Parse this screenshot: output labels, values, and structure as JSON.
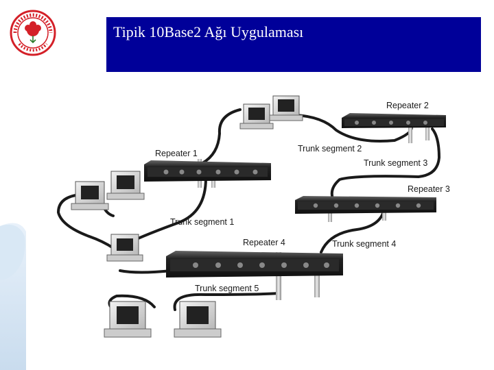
{
  "header": {
    "title": "Tipik 10Base2 Ağı Uygulaması",
    "title_bg_color": "#000099"
  },
  "logo": {
    "icon": "university-seal-icon",
    "accent_color": "#d42028"
  },
  "diagram": {
    "repeaters": [
      "Repeater 1",
      "Repeater 2",
      "Repeater 3",
      "Repeater 4"
    ],
    "trunk_segments": [
      "Trunk segment 1",
      "Trunk segment 2",
      "Trunk segment 3",
      "Trunk segment 4",
      "Trunk segment 5"
    ]
  }
}
